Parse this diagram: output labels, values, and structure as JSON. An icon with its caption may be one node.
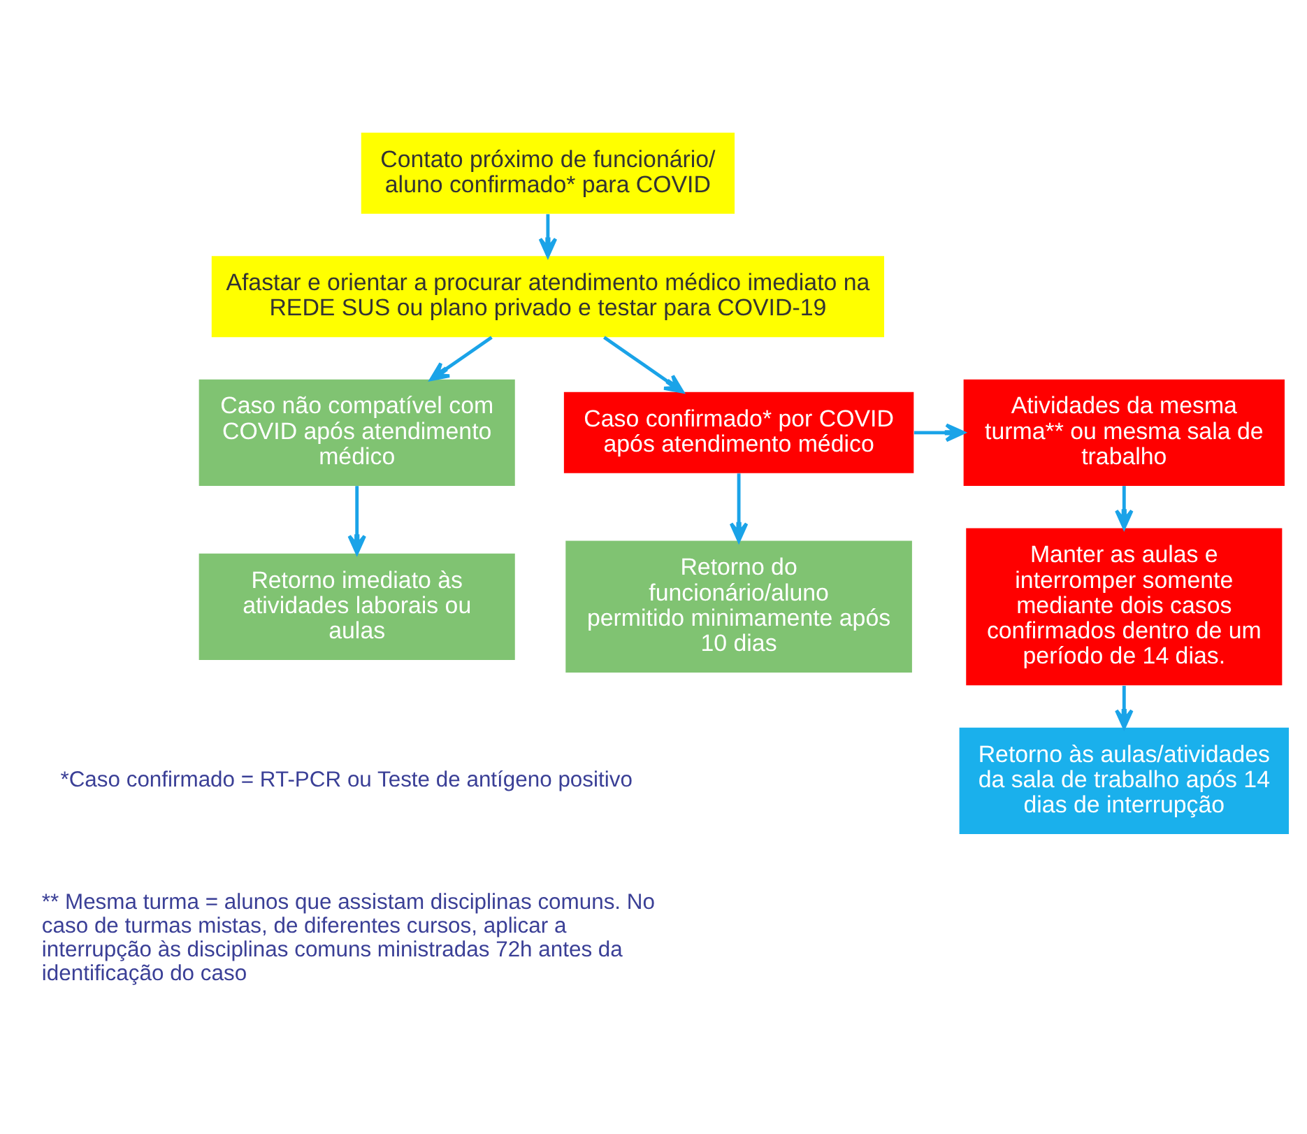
{
  "diagram": {
    "nodes": [
      {
        "text": [
          "Contato próximo de funcionário/ aluno confirmado* para COVID"
        ]
      },
      {
        "text": [
          "Afastar e orientar a procurar atendimento médico imediato na REDE SUS ou plano privado e testar para COVID-19"
        ]
      },
      {
        "text": [
          "Caso não compatível com COVID após atendimento médico"
        ]
      },
      {
        "text": [
          "Caso confirmado* por COVID após atendimento médico"
        ]
      },
      {
        "text": [
          "Atividades da mesma turma** ou mesma sala de trabalho"
        ]
      },
      {
        "text": [
          "Retorno imediato às atividades laborais ou aulas"
        ]
      },
      {
        "text": [
          "Retorno do funcionário/aluno permitido minimamente após 10 dias"
        ]
      },
      {
        "text": [
          "Manter as aulas e interromper somente mediante dois casos confirmados dentro de um período de 14 dias."
        ]
      },
      {
        "text": [
          "Retorno às aulas/atividades da sala de trabalho após 14 dias de interrupção"
        ]
      }
    ],
    "edges": [
      {
        "from": 0,
        "to": 1,
        "arrow": "to"
      },
      {
        "from": 1,
        "to": 2,
        "arrow": "to"
      },
      {
        "from": 1,
        "to": 3,
        "arrow": "to"
      },
      {
        "from": 3,
        "to": 4,
        "arrow": "to"
      },
      {
        "from": 2,
        "to": 5,
        "arrow": "to"
      },
      {
        "from": 3,
        "to": 6,
        "arrow": "to"
      },
      {
        "from": 4,
        "to": 7,
        "arrow": "to"
      },
      {
        "from": 7,
        "to": 8,
        "arrow": "to"
      }
    ],
    "labels": [
      "*Caso confirmado = RT-PCR ou Teste de antígeno positivo",
      "** Mesma turma = alunos que assistam disciplinas comuns. No caso de turmas mistas, de diferentes cursos, aplicar a interrupção às disciplinas comuns ministradas 72h antes da identificação do caso"
    ]
  }
}
